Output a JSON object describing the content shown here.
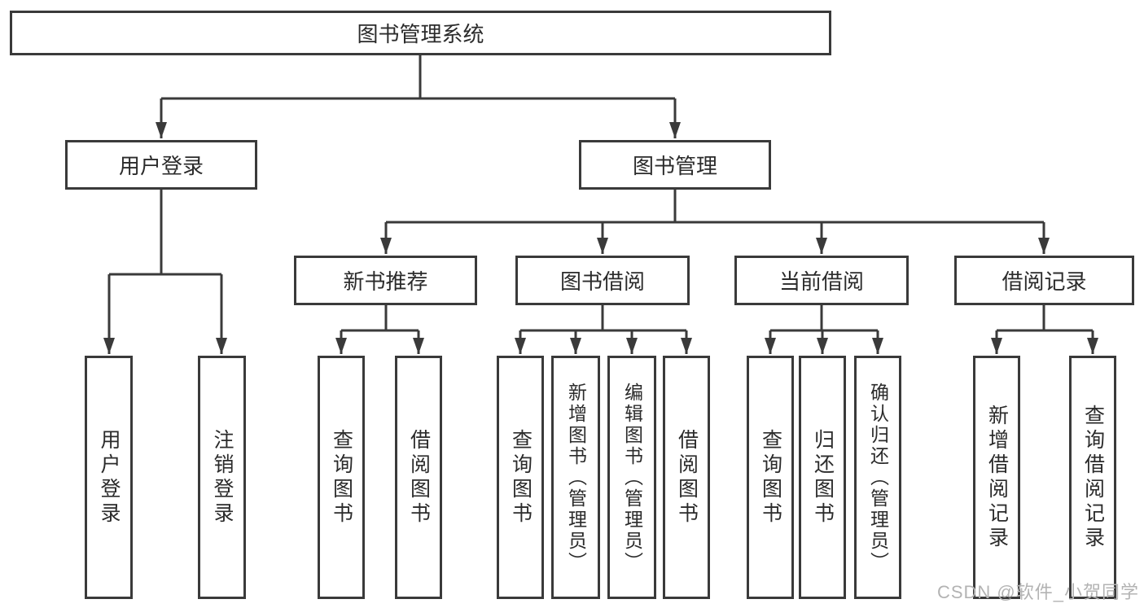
{
  "colors": {
    "line": "#3a3a3a",
    "box_border": "#3a3a3a",
    "text": "#2b2b2b",
    "watermark": "#b3b3b3",
    "background": "#ffffff"
  },
  "tree": {
    "root": {
      "label": "图书管理系统"
    },
    "branches": [
      {
        "label": "用户登录",
        "children": [
          {
            "label": "用户登录"
          },
          {
            "label": "注销登录"
          }
        ]
      },
      {
        "label": "图书管理",
        "children": [
          {
            "label": "新书推荐",
            "children": [
              {
                "label": "查询图书"
              },
              {
                "label": "借阅图书"
              }
            ]
          },
          {
            "label": "图书借阅",
            "children": [
              {
                "label": "查询图书"
              },
              {
                "label": "新增图书（管理员）"
              },
              {
                "label": "编辑图书（管理员）"
              },
              {
                "label": "借阅图书"
              }
            ]
          },
          {
            "label": "当前借阅",
            "children": [
              {
                "label": "查询图书"
              },
              {
                "label": "归还图书"
              },
              {
                "label": "确认归还（管理员）"
              }
            ]
          },
          {
            "label": "借阅记录",
            "children": [
              {
                "label": "新增借阅记录"
              },
              {
                "label": "查询借阅记录"
              }
            ]
          }
        ]
      }
    ]
  },
  "watermark": {
    "text": "CSDN @软件_小贺同学"
  }
}
